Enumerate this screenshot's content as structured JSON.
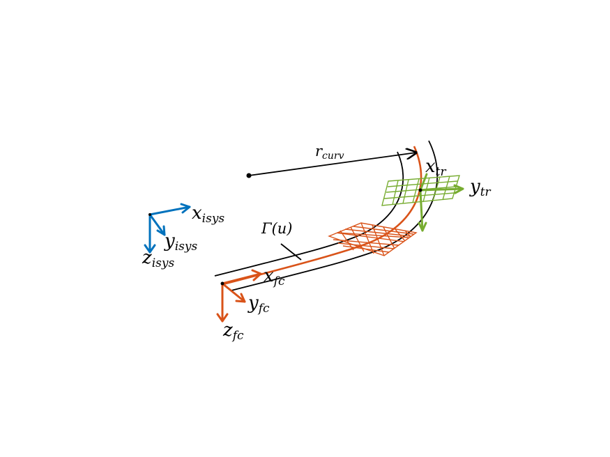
{
  "colors": {
    "isys": "#0072BD",
    "fc": "#D95319",
    "tr": "#77AC30",
    "curve": "#000000"
  },
  "labels": {
    "x_isys": {
      "main": "x",
      "sub": "isys"
    },
    "y_isys": {
      "main": "y",
      "sub": "isys"
    },
    "z_isys": {
      "main": "z",
      "sub": "isys"
    },
    "x_fc": {
      "main": "x",
      "sub": "fc"
    },
    "y_fc": {
      "main": "y",
      "sub": "fc"
    },
    "z_fc": {
      "main": "z",
      "sub": "fc"
    },
    "x_tr": {
      "main": "x",
      "sub": "tr"
    },
    "y_tr": {
      "main": "y",
      "sub": "tr"
    },
    "r_curv": {
      "main": "r",
      "sub": "curv"
    },
    "gamma": "Γ(u)"
  }
}
